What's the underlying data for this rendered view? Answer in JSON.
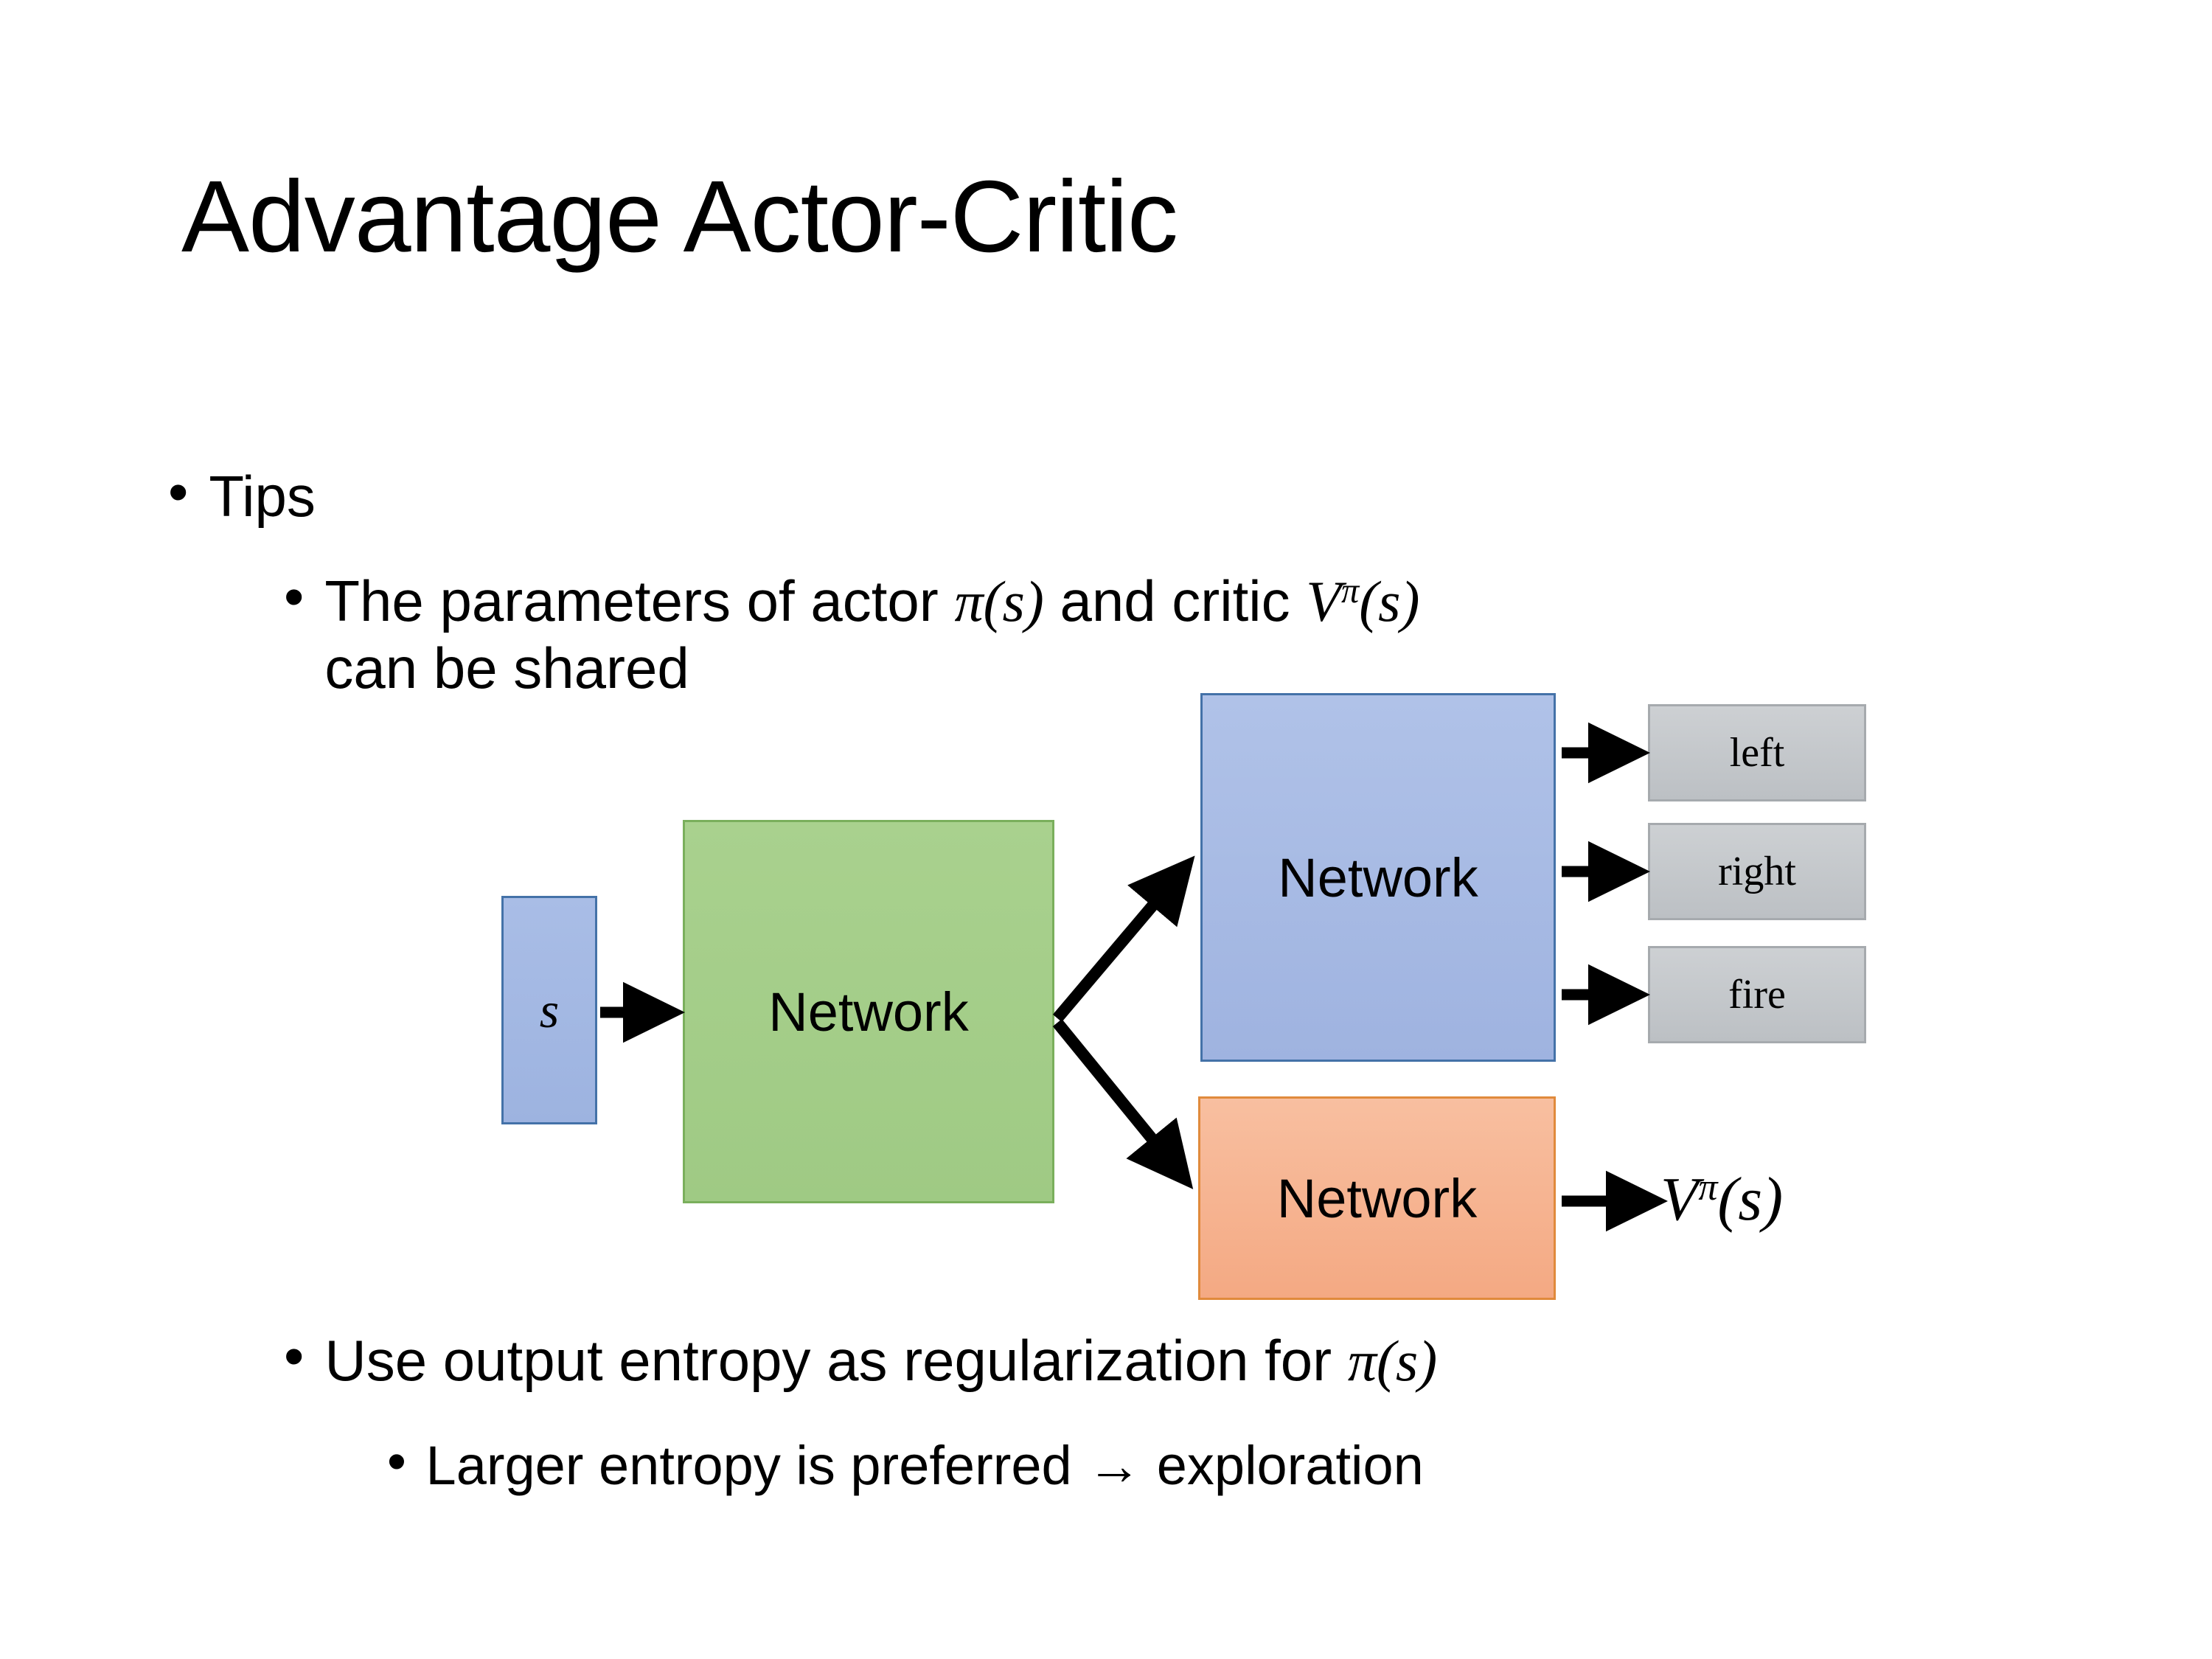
{
  "slide": {
    "title": "Advantage Actor-Critic",
    "background_color": "#ffffff"
  },
  "bullets": {
    "tips": {
      "marker": "•",
      "text": "Tips"
    },
    "shared_params": {
      "marker": "•",
      "text_part1": "The parameters of actor ",
      "math_actor_pi": "π",
      "math_actor_arg": "(s)",
      "text_part2": "  and critic ",
      "math_critic_V": "V",
      "math_critic_sup": "π",
      "math_critic_arg": "(s)",
      "text_part3": "can be shared",
      "full_text": "The parameters of actor π(s)  and critic Vπ(s) can be shared"
    },
    "entropy_reg": {
      "marker": "•",
      "text_part1": "Use output entropy as regularization for ",
      "math_pi": "π",
      "math_arg": "(s)",
      "full_text": "Use output entropy as regularization for π(s)"
    },
    "larger_entropy": {
      "marker": "•",
      "text": "Larger entropy is preferred → exploration"
    }
  },
  "diagram": {
    "state_box": {
      "label": "s",
      "fill": "#a9bde6",
      "border": "#4472a8"
    },
    "shared_network": {
      "label": "Network",
      "fill": "#a9d18e",
      "border": "#7aaf5c"
    },
    "actor_network": {
      "label": "Network",
      "fill": "#a9bde6",
      "border": "#4472a8"
    },
    "critic_network": {
      "label": "Network",
      "fill": "#f4a983",
      "border": "#e08a3c"
    },
    "action_outputs": [
      {
        "label": "left",
        "fill": "#c6cace",
        "border": "#a6aaae"
      },
      {
        "label": "right",
        "fill": "#c6cace",
        "border": "#a6aaae"
      },
      {
        "label": "fire",
        "fill": "#c6cace",
        "border": "#a6aaae"
      }
    ],
    "critic_output": {
      "math_V": "V",
      "math_sup": "π",
      "math_arg": "(s)",
      "full_text": "Vπ(s)"
    },
    "arrow_color": "#000000"
  }
}
